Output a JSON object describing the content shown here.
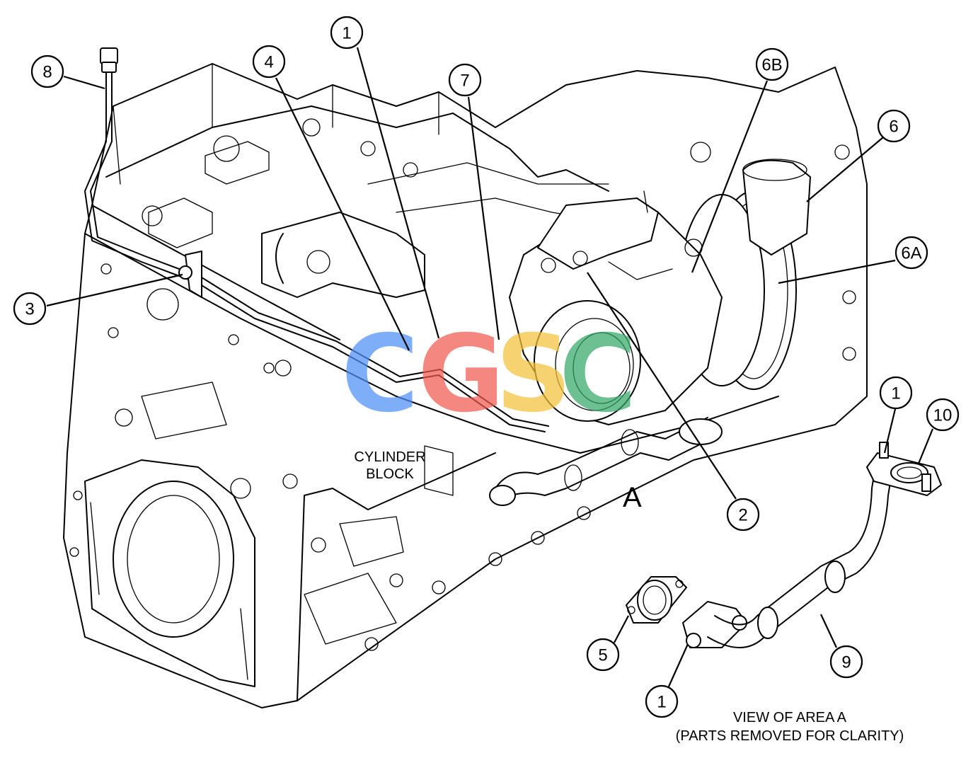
{
  "callouts": {
    "c8": "8",
    "c4": "4",
    "c1a": "1",
    "c7": "7",
    "c6b": "6B",
    "c6": "6",
    "c6a": "6A",
    "c3": "3",
    "c2": "2",
    "c1b": "1",
    "c10": "10",
    "c5": "5",
    "c1c": "1",
    "c9": "9"
  },
  "labels": {
    "cylinder_block_line1": "CYLINDER",
    "cylinder_block_line2": "BLOCK",
    "area_letter": "A",
    "view_line1": "VIEW OF AREA  A",
    "view_line2": "(PARTS REMOVED FOR CLARITY)"
  },
  "watermark": {
    "letters": [
      "C",
      "G",
      "S",
      "C"
    ],
    "colors": [
      "#4f8ff7",
      "#f15a4f",
      "#f5c23a",
      "#34a869"
    ]
  }
}
